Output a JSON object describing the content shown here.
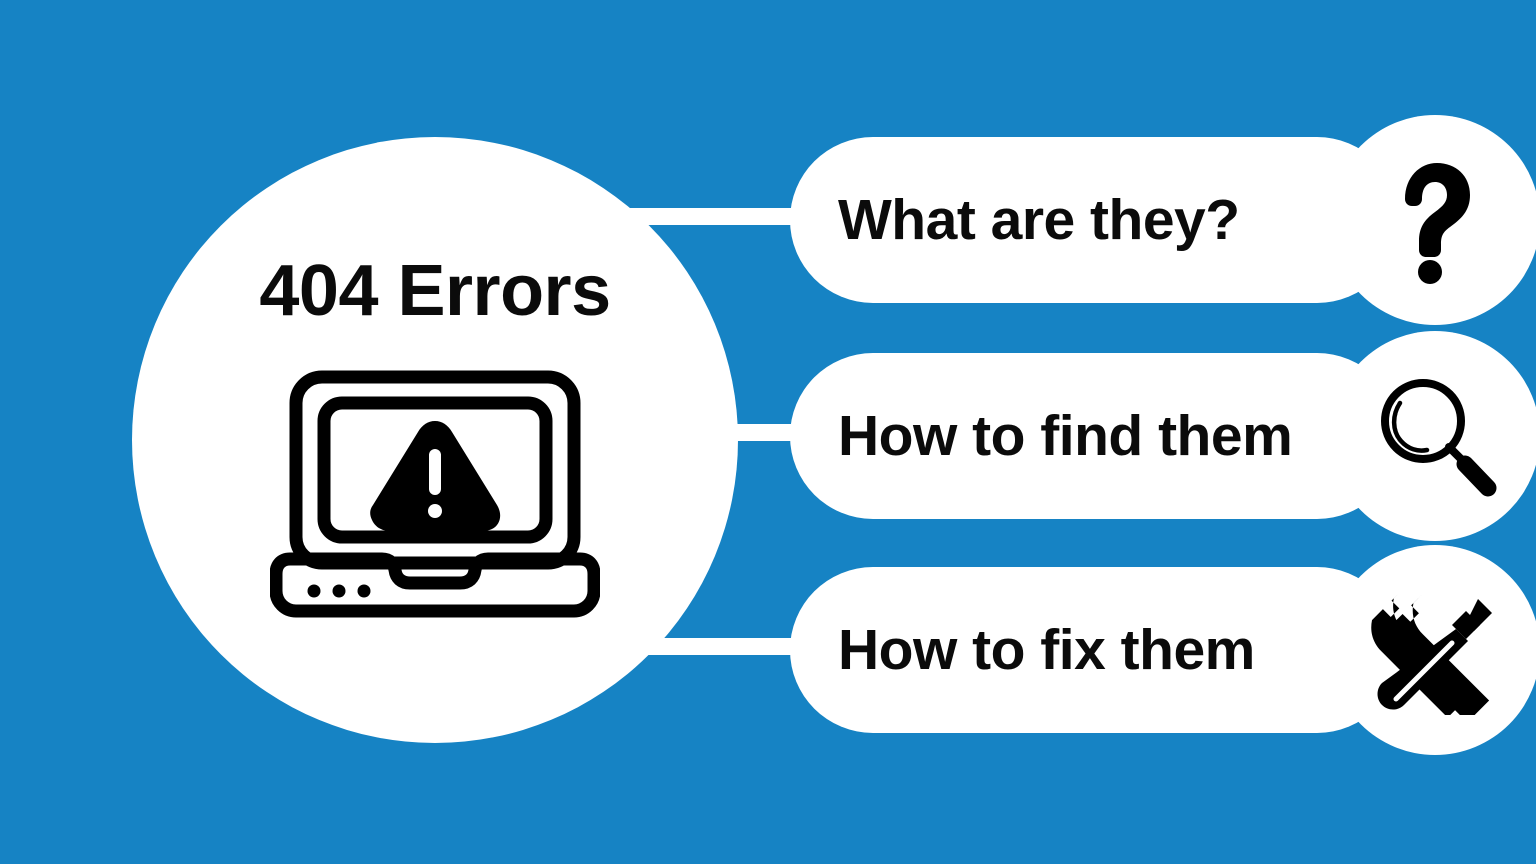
{
  "colors": {
    "background": "#1683C4",
    "node": "#FFFFFF",
    "text": "#0B0B0B",
    "connector": "#FFFFFF"
  },
  "hub": {
    "title": "404 Errors",
    "icon": "laptop-warning-icon"
  },
  "branches": [
    {
      "label": "What are they?",
      "icon": "question-mark-icon"
    },
    {
      "label": "How to find them",
      "icon": "magnifying-glass-icon"
    },
    {
      "label": "How to fix them",
      "icon": "wrench-screwdriver-icon"
    }
  ],
  "chart_data": {
    "type": "diagram",
    "diagram_type": "mind-map",
    "title": "404 Errors",
    "center_node": {
      "label": "404 Errors",
      "icon": "laptop-warning-icon",
      "shape": "circle"
    },
    "nodes": [
      {
        "label": "What are they?",
        "icon": "question-mark-icon",
        "shape": "pill"
      },
      {
        "label": "How to find them",
        "icon": "magnifying-glass-icon",
        "shape": "pill"
      },
      {
        "label": "How to fix them",
        "icon": "wrench-screwdriver-icon",
        "shape": "pill"
      }
    ],
    "edges": [
      {
        "from": "404 Errors",
        "to": "What are they?"
      },
      {
        "from": "404 Errors",
        "to": "How to find them"
      },
      {
        "from": "404 Errors",
        "to": "How to fix them"
      }
    ],
    "legend": [],
    "background_color": "#1683C4",
    "node_color": "#FFFFFF",
    "text_color": "#0B0B0B"
  }
}
